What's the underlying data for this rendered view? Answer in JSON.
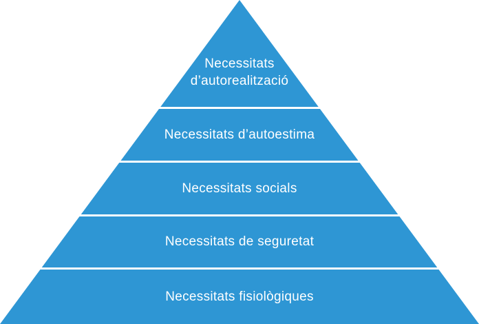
{
  "pyramid": {
    "color": "#2E96D4",
    "text_color": "#FFFFFF",
    "levels": [
      {
        "label": "Necessitats\nd’autorealització"
      },
      {
        "label": "Necessitats d’autoestima"
      },
      {
        "label": "Necessitats socials"
      },
      {
        "label": "Necessitats de seguretat"
      },
      {
        "label": "Necessitats fisiològiques"
      }
    ]
  }
}
